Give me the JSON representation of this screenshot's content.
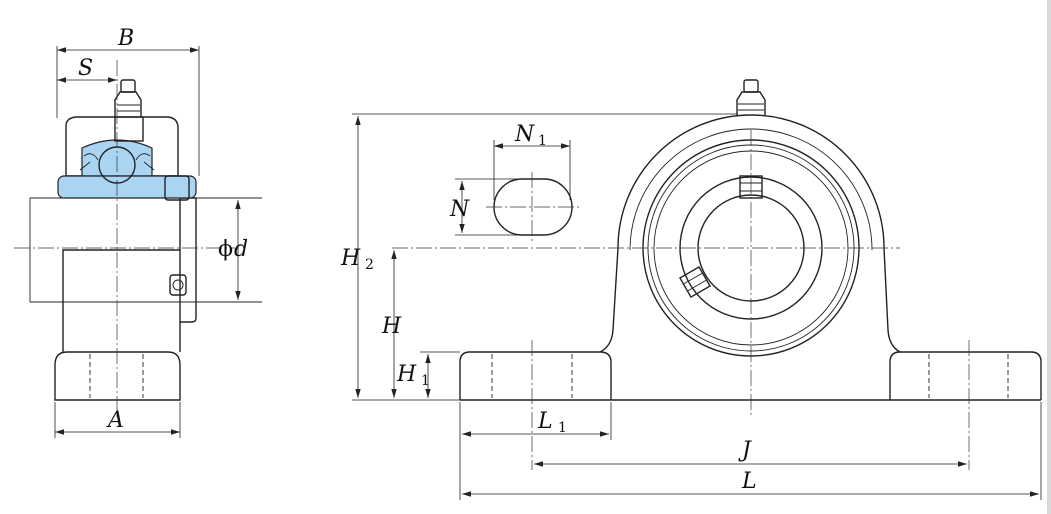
{
  "side_view": {
    "labels": {
      "B": "B",
      "S": "S",
      "A": "A",
      "d": "d",
      "phi": "ϕ"
    }
  },
  "slot_detail": {
    "labels": {
      "N1": "N",
      "N1_sub": "1",
      "N": "N"
    }
  },
  "front_view": {
    "labels": {
      "H2": "H",
      "H2_sub": "2",
      "H": "H",
      "H1": "H",
      "H1_sub": "1",
      "L1": "L",
      "L1_sub": "1",
      "J": "J",
      "L": "L"
    }
  },
  "colors": {
    "housing_fill": "#ffffff",
    "bearing_highlight": "#a9d4f2",
    "line": "#222222"
  }
}
